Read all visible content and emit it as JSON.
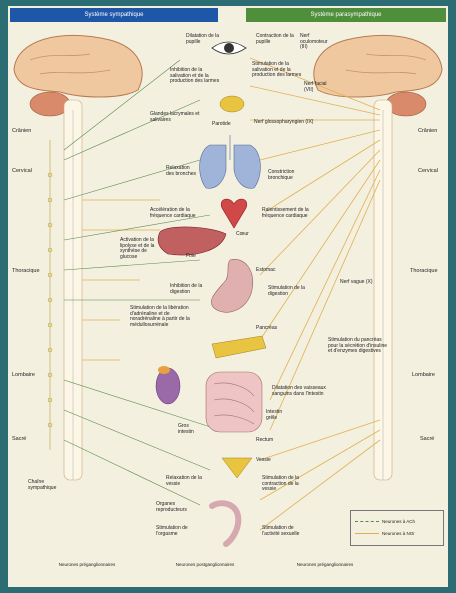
{
  "header": {
    "left": "Système sympathique",
    "right": "Système parasympathique"
  },
  "side_labels": {
    "left": [
      "Crânien",
      "Cervical",
      "Thoracique",
      "Lombaire",
      "Sacré"
    ],
    "right": [
      "Crânien",
      "Cervical",
      "Thoracique",
      "Lombaire",
      "Sacré"
    ]
  },
  "labels": {
    "dilatation_pupille": "Dilatation de la pupille",
    "contraction_pupille": "Contraction de la pupille",
    "nerf_oculomoteur": "Nerf oculomoteur (III)",
    "inhibition_salivation": "Inhibition de la salivation et de la production des larmes",
    "stimulation_salivation": "Stimulation de la salivation et de la production des larmes",
    "nerf_facial": "Nerf facial (VII)",
    "glandes": "Glandes lacrymales et salivaires",
    "parotide": "Parotide",
    "nerf_glosso": "Nerf glossopharyngien (IX)",
    "relaxation_bronches": "Relaxation des bronches",
    "constriction_bronchique": "Constriction bronchique",
    "acceleration_cardiaque": "Accélération de la fréquence cardiaque",
    "ralentissement_cardiaque": "Ralentissement de la fréquence cardiaque",
    "coeur": "Cœur",
    "activation_glycogene": "Activation de la lipolyse et de la synthèse de glucose",
    "foie": "Foie",
    "estomac": "Estomac",
    "nerf_vague": "Nerf vague (X)",
    "inhibition_digestion": "Inhibition de la digestion",
    "stimulation_digestion": "Stimulation de la digestion",
    "pancreas": "Pancréas",
    "stimulation_liberation": "Stimulation de la libération d'adrénaline et de noradrénaline à partir de la médullosurrénale",
    "stimulation_pancreas": "Stimulation du pancréas pour la sécrétion d'insuline et d'enzymes digestives",
    "dilatation_vaisseaux": "Dilatation des vaisseaux sanguins dans l'intestin",
    "intestin_grele": "Intestin grêle",
    "gros_intestin": "Gros intestin",
    "rectum": "Rectum",
    "vessie": "Vessie",
    "relaxation_vessie": "Relaxation de la vessie",
    "contraction_vessie": "Stimulation de la contraction de la vessie",
    "organes_repro": "Organes reproducteurs",
    "stimulation_orgasme": "Stimulation de l'orgasme",
    "stimulation_excitation": "Stimulation de l'activité sexuelle",
    "chaine": "Chaîne sympathique"
  },
  "legend": {
    "pre": "Neurones à ACh",
    "post": "Neurones à NOr"
  },
  "bottom": [
    "Neurones préganglionnaires",
    "Neurones postganglionnaires",
    "Neurones préganglionnaires"
  ],
  "colors": {
    "sympathetic_header": "#1f57a8",
    "parasympathetic_header": "#4f8e3a",
    "nerve_yellow": "#e0b050",
    "nerve_green": "#5a8a4a",
    "brain": "#f0c8a0",
    "cerebellum": "#d98a6a"
  }
}
